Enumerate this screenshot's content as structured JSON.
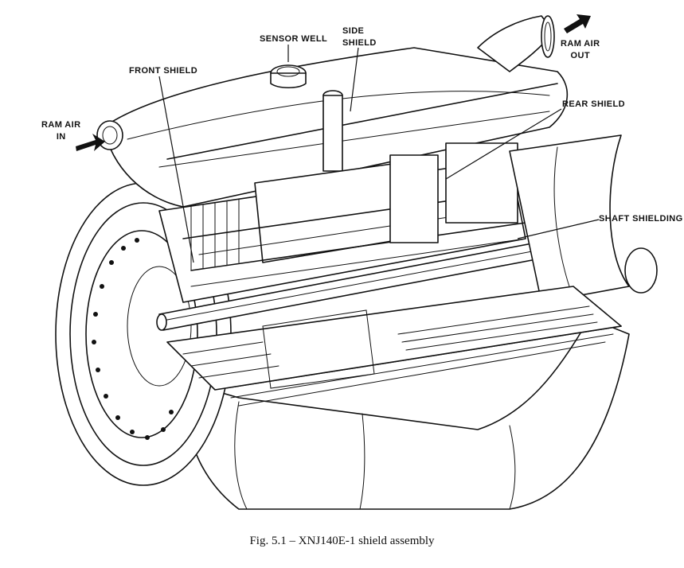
{
  "labels": {
    "sensor_well": "SENSOR WELL",
    "side_shield_line1": "SIDE",
    "side_shield_line2": "SHIELD",
    "front_shield": "FRONT SHIELD",
    "ram_air_in_line1": "RAM AIR",
    "ram_air_in_line2": "IN",
    "ram_air_out_line1": "RAM AIR",
    "ram_air_out_line2": "OUT",
    "rear_shield": "REAR SHIELD",
    "shaft_shielding": "SHAFT SHIELDING"
  },
  "caption": "Fig. 5.1 – XNJ140E-1 shield assembly"
}
